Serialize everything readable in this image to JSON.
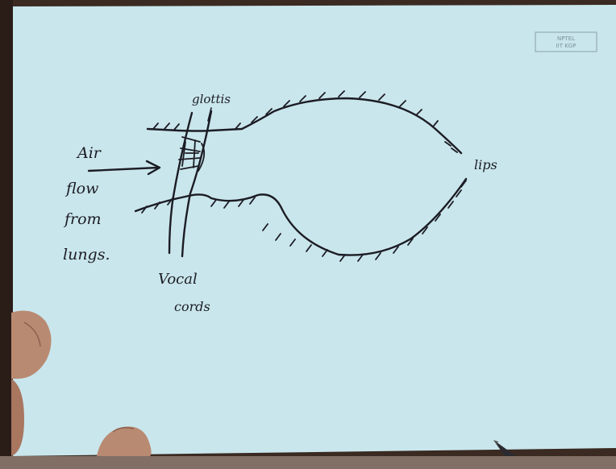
{
  "colors": {
    "paper": "#c9e6ec",
    "ink": "#1c1c24",
    "skin": "#b98a72",
    "background": "#3a2a22"
  },
  "watermark": {
    "line1": "NPTEL",
    "line2": "IIT KGP"
  },
  "labels": {
    "glottis": "glottis",
    "air_line1": "Air",
    "air_line2": "flow",
    "air_line3": "from",
    "air_line4": "lungs.",
    "vocal_line1": "Vocal",
    "vocal_line2": "cords",
    "lips": "lips"
  }
}
